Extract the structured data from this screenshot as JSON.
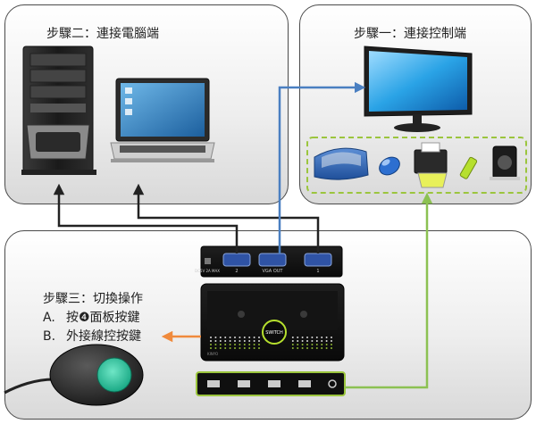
{
  "panels": {
    "pc_side": {
      "title": "步驟二：連接電腦端"
    },
    "console_side": {
      "title": "步驟一：連接控制端"
    },
    "switch_ops": {
      "title": "步驟三：切換操作",
      "steps": [
        {
          "letter": "A.",
          "text": "按❹面板按鍵"
        },
        {
          "letter": "B.",
          "text": "外接線控按鍵"
        }
      ]
    }
  },
  "device": {
    "ports": {
      "dc_in": "DC5V 2A MAX",
      "port2": "2",
      "vga_out": "VGA OUT",
      "port1": "1"
    },
    "switch_label": "SWITCH",
    "brand": "KINYO"
  },
  "colors": {
    "vga_line": "#222222",
    "monitor_line": "#4a7fc1",
    "usb_line": "#8cc152",
    "remote_arrow": "#f08a3c",
    "dashed_box": "#9bc53d"
  }
}
